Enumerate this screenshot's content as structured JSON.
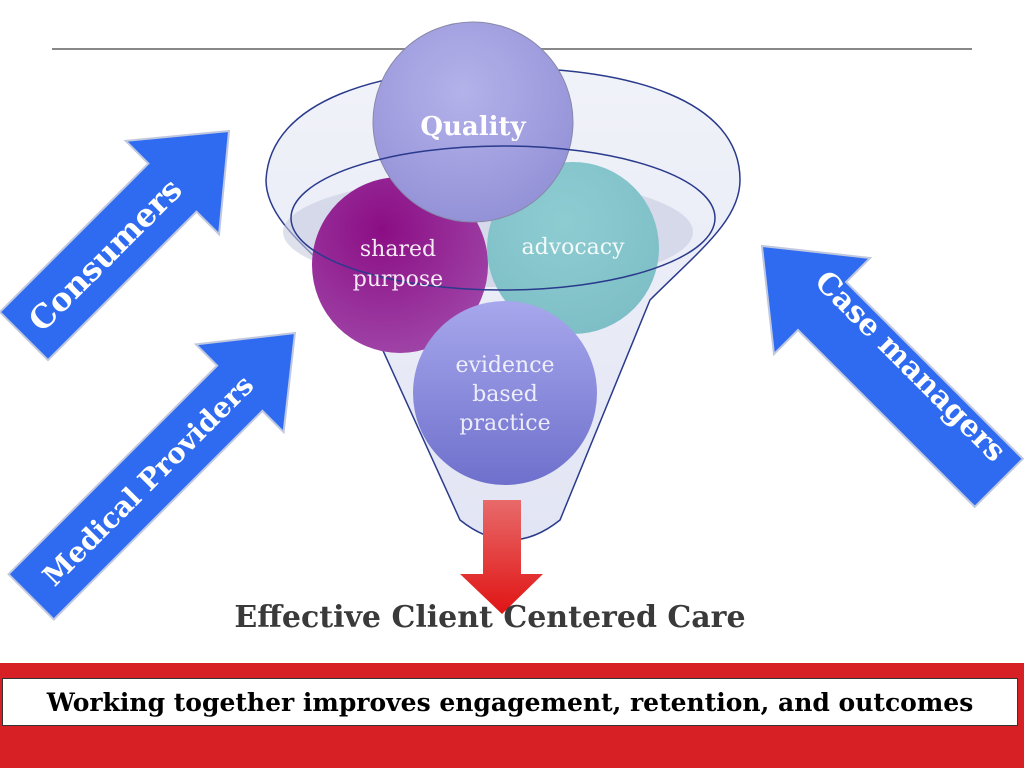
{
  "diagram": {
    "arrows": {
      "consumers": "Consumers",
      "medical_providers": "Medical Providers",
      "case_managers": "Case managers"
    },
    "circles": {
      "quality": "Quality",
      "shared_purpose_line1": "shared",
      "shared_purpose_line2": "purpose",
      "advocacy": "advocacy",
      "evidence_line1": "evidence",
      "evidence_line2": "based",
      "evidence_line3": "practice"
    },
    "caption": "Effective Client Centered Care"
  },
  "footer": {
    "text": "Working together improves engagement, retention, and outcomes"
  },
  "colors": {
    "arrow_blue": "#2f6bf0",
    "footer_red": "#d71f26",
    "quality": "#a6a4e0",
    "shared_purpose": "#8a1a86",
    "advocacy": "#84c8cc",
    "evidence": "#8e8ee0",
    "down_arrow": "#e63030"
  }
}
